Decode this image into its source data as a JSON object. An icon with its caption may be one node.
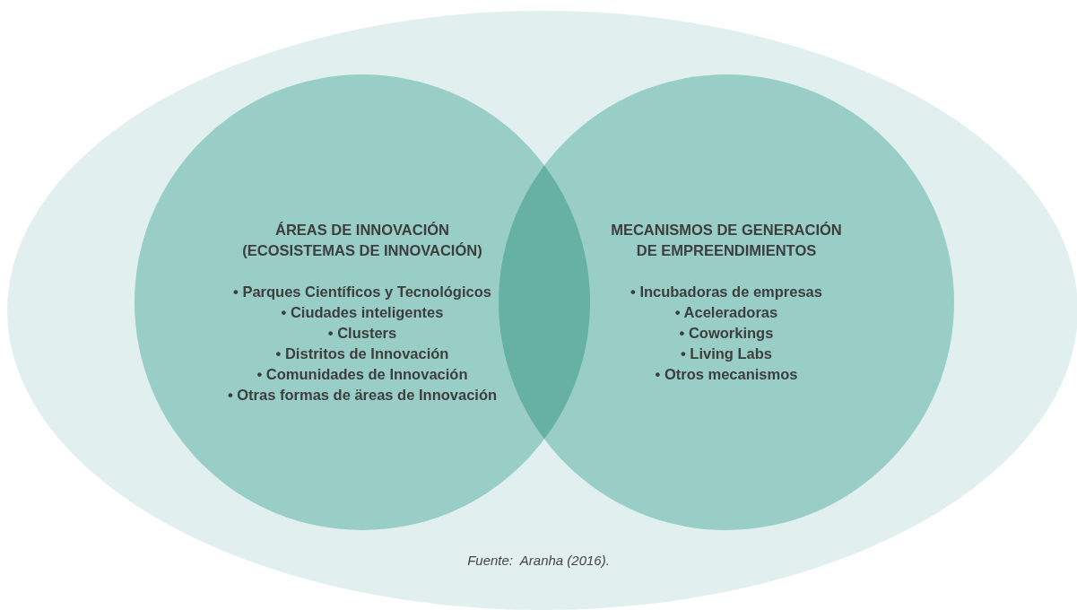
{
  "diagram": {
    "caption": "Fuente:  Aranha (2016).",
    "nodes": [
      {
        "text": [],
        "shape": "ellipse"
      },
      {
        "text": [
          "ÁREAS DE INNOVACIÓN (ECOSISTEMAS DE INNOVACIÓN)",
          "• Parques Científicos y Tecnológicos",
          "• Ciudades inteligentes",
          "• Clusters",
          "• Distritos de Innovación",
          "• Comunidades de Innovación",
          "• Otras formas de äreas de Innovación"
        ],
        "in": 0
      },
      {
        "text": [
          "MECANISMOS DE GENERACIÓN DE EMPREENDIMIENTOS",
          "• Incubadoras de empresas",
          "• Aceleradoras",
          "• Coworkings",
          "• Living Labs",
          "• Otros mecanismos"
        ],
        "in": 0
      }
    ]
  }
}
